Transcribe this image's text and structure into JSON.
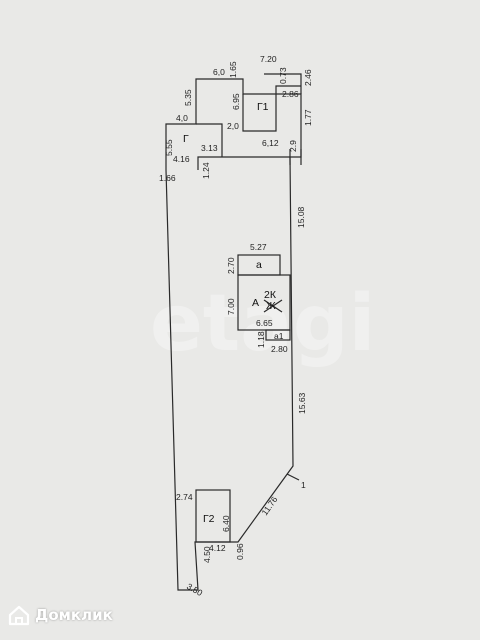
{
  "watermark": "etagi",
  "brand": {
    "name": "Домклик"
  },
  "rooms": {
    "g": "Г",
    "g1": "Г1",
    "g2": "Г2",
    "a_small": "а",
    "a_main": "А",
    "a1": "а1",
    "code_top": "2К",
    "code_bottom": "Ж"
  },
  "dimensions": {
    "d_7_20": "7.20",
    "d_6_0": "6,0",
    "d_1_65": "1.65",
    "d_0_73": "0.73",
    "d_2_46": "2.46",
    "d_5_35": "5.35",
    "d_6_95": "6.95",
    "d_2_86": "2.86",
    "d_4_0": "4,0",
    "d_2_0": "2,0",
    "d_1_77": "1.77",
    "d_5_55": "5.55",
    "d_6_12": "6,12",
    "d_2_9": "2.9",
    "d_4_16": "4.16",
    "d_3_13": "3.13",
    "d_1_66": "1.66",
    "d_1_24": "1.24",
    "d_15_08": "15.08",
    "d_5_27": "5.27",
    "d_2_70": "2.70",
    "d_7_00": "7.00",
    "d_6_65": "6.65",
    "d_1_18": "1.18",
    "d_2_80": "2.80",
    "d_15_63": "15.63",
    "d_1": "1",
    "d_11_76": "11.76",
    "d_2_74": "2.74",
    "d_6_40": "6.40",
    "d_0_96": "0.96",
    "d_4_50": "4.50",
    "d_4_12": "4.12",
    "d_3_50": "3.50"
  }
}
